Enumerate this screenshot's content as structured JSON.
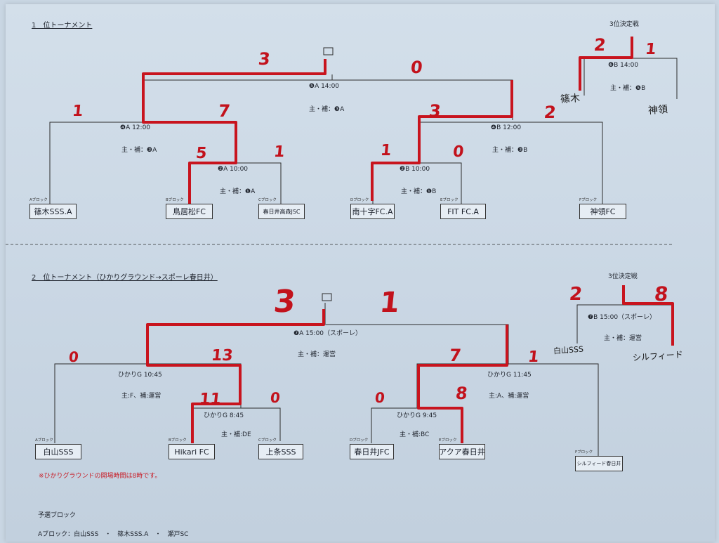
{
  "section1": {
    "heading": "1　位トーナメント",
    "third_label": "3位決定戦",
    "final": {
      "label": "❺A 14:00",
      "ref": "主・補：❸A"
    },
    "semi_left": {
      "label": "❹A 12:00",
      "ref": "主・補：❸A"
    },
    "semi_right": {
      "label": "❹B 12:00",
      "ref": "主・補：❸B"
    },
    "qf_left": {
      "label": "❷A 10:00",
      "ref": "主・補：❶A"
    },
    "qf_right": {
      "label": "❷B 10:00",
      "ref": "主・補：❶B"
    },
    "third": {
      "label": "❻B 14:00",
      "ref": "主・補：❺B"
    },
    "teams": [
      {
        "name": "篠木SSS.A",
        "block": "Aブロック"
      },
      {
        "name": "鳥居松FC",
        "block": "Bブロック"
      },
      {
        "name": "春日井高森JSC",
        "block": "Cブロック"
      },
      {
        "name": "南十字FC.A",
        "block": "Dブロック"
      },
      {
        "name": "FIT FC.A",
        "block": "Eブロック"
      },
      {
        "name": "神領FC",
        "block": "Fブロック"
      }
    ],
    "scores": {
      "final_left": "3",
      "final_right": "0",
      "semi_left_a": "1",
      "semi_left_b": "7",
      "semi_right_a": "3",
      "semi_right_b": "2",
      "qf_left_a": "5",
      "qf_left_b": "1",
      "qf_right_a": "1",
      "qf_right_b": "0",
      "third_left": "2",
      "third_right": "1"
    },
    "third_teams": {
      "left": "篠木",
      "right": "神領"
    }
  },
  "section2": {
    "heading": "2　位トーナメント（ひかりグラウンド→スポーレ春日井）",
    "third_label": "3位決定戦",
    "final": {
      "label": "❼A 15:00（スポーレ）",
      "ref": "主・補：運営"
    },
    "semi_left": {
      "label": "ひかりG 10:45",
      "ref": "主:F、補:運営"
    },
    "semi_right": {
      "label": "ひかりG 11:45",
      "ref": "主:A、補:運営"
    },
    "qf_left": {
      "label": "ひかりG 8:45",
      "ref": "主・補:DE"
    },
    "qf_right": {
      "label": "ひかりG 9:45",
      "ref": "主・補:BC"
    },
    "third": {
      "label": "❼B 15:00（スポーレ）",
      "ref": "主・補：運営"
    },
    "teams": [
      {
        "name": "白山SSS",
        "block": "Aブロック"
      },
      {
        "name": "Hikari FC",
        "block": "Bブロック"
      },
      {
        "name": "上条SSS",
        "block": "Cブロック"
      },
      {
        "name": "春日井JFC",
        "block": "Dブロック"
      },
      {
        "name": "アクア春日井",
        "block": "Eブロック"
      },
      {
        "name": "シルフィード春日井",
        "block": "Fブロック"
      }
    ],
    "scores": {
      "final_left": "3",
      "final_right": "1",
      "semi_left_a": "0",
      "semi_left_b": "13",
      "semi_right_a": "7",
      "semi_right_b": "1",
      "qf_left_a": "11",
      "qf_left_b": "0",
      "qf_right_a": "0",
      "qf_right_b": "8",
      "third_left": "2",
      "third_right": "8"
    },
    "third_teams": {
      "left": "白山SSS",
      "right": "シルフィード"
    },
    "note": "※ひかりグラウンドの開場時間は8時です。"
  },
  "prelim": {
    "heading": "予選ブロック",
    "line_a": "Aブロック：白山SSS　・　篠木SSS.A　・　瀬戸SC"
  },
  "colors": {
    "winner_line": "#c8141e",
    "bracket_line": "#2c2c2c"
  }
}
